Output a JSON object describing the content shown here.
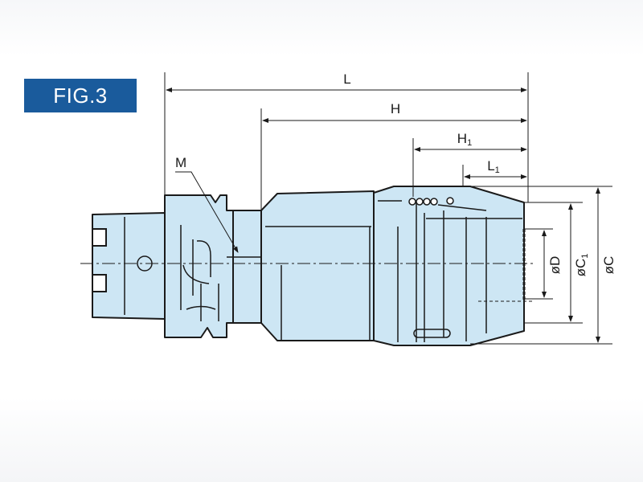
{
  "figure": {
    "label": "FIG.3",
    "label_bg": "#1a5b9c",
    "body_fill": "#cde6f4",
    "outline": "#1a1a1a"
  },
  "dimensions": {
    "L": "L",
    "H": "H",
    "H1": {
      "main": "H",
      "sub": "1"
    },
    "L1": {
      "main": "L",
      "sub": "1"
    },
    "M": "M",
    "D": "øD",
    "C1": {
      "main": "øC",
      "sub": "1"
    },
    "C": "øC"
  }
}
